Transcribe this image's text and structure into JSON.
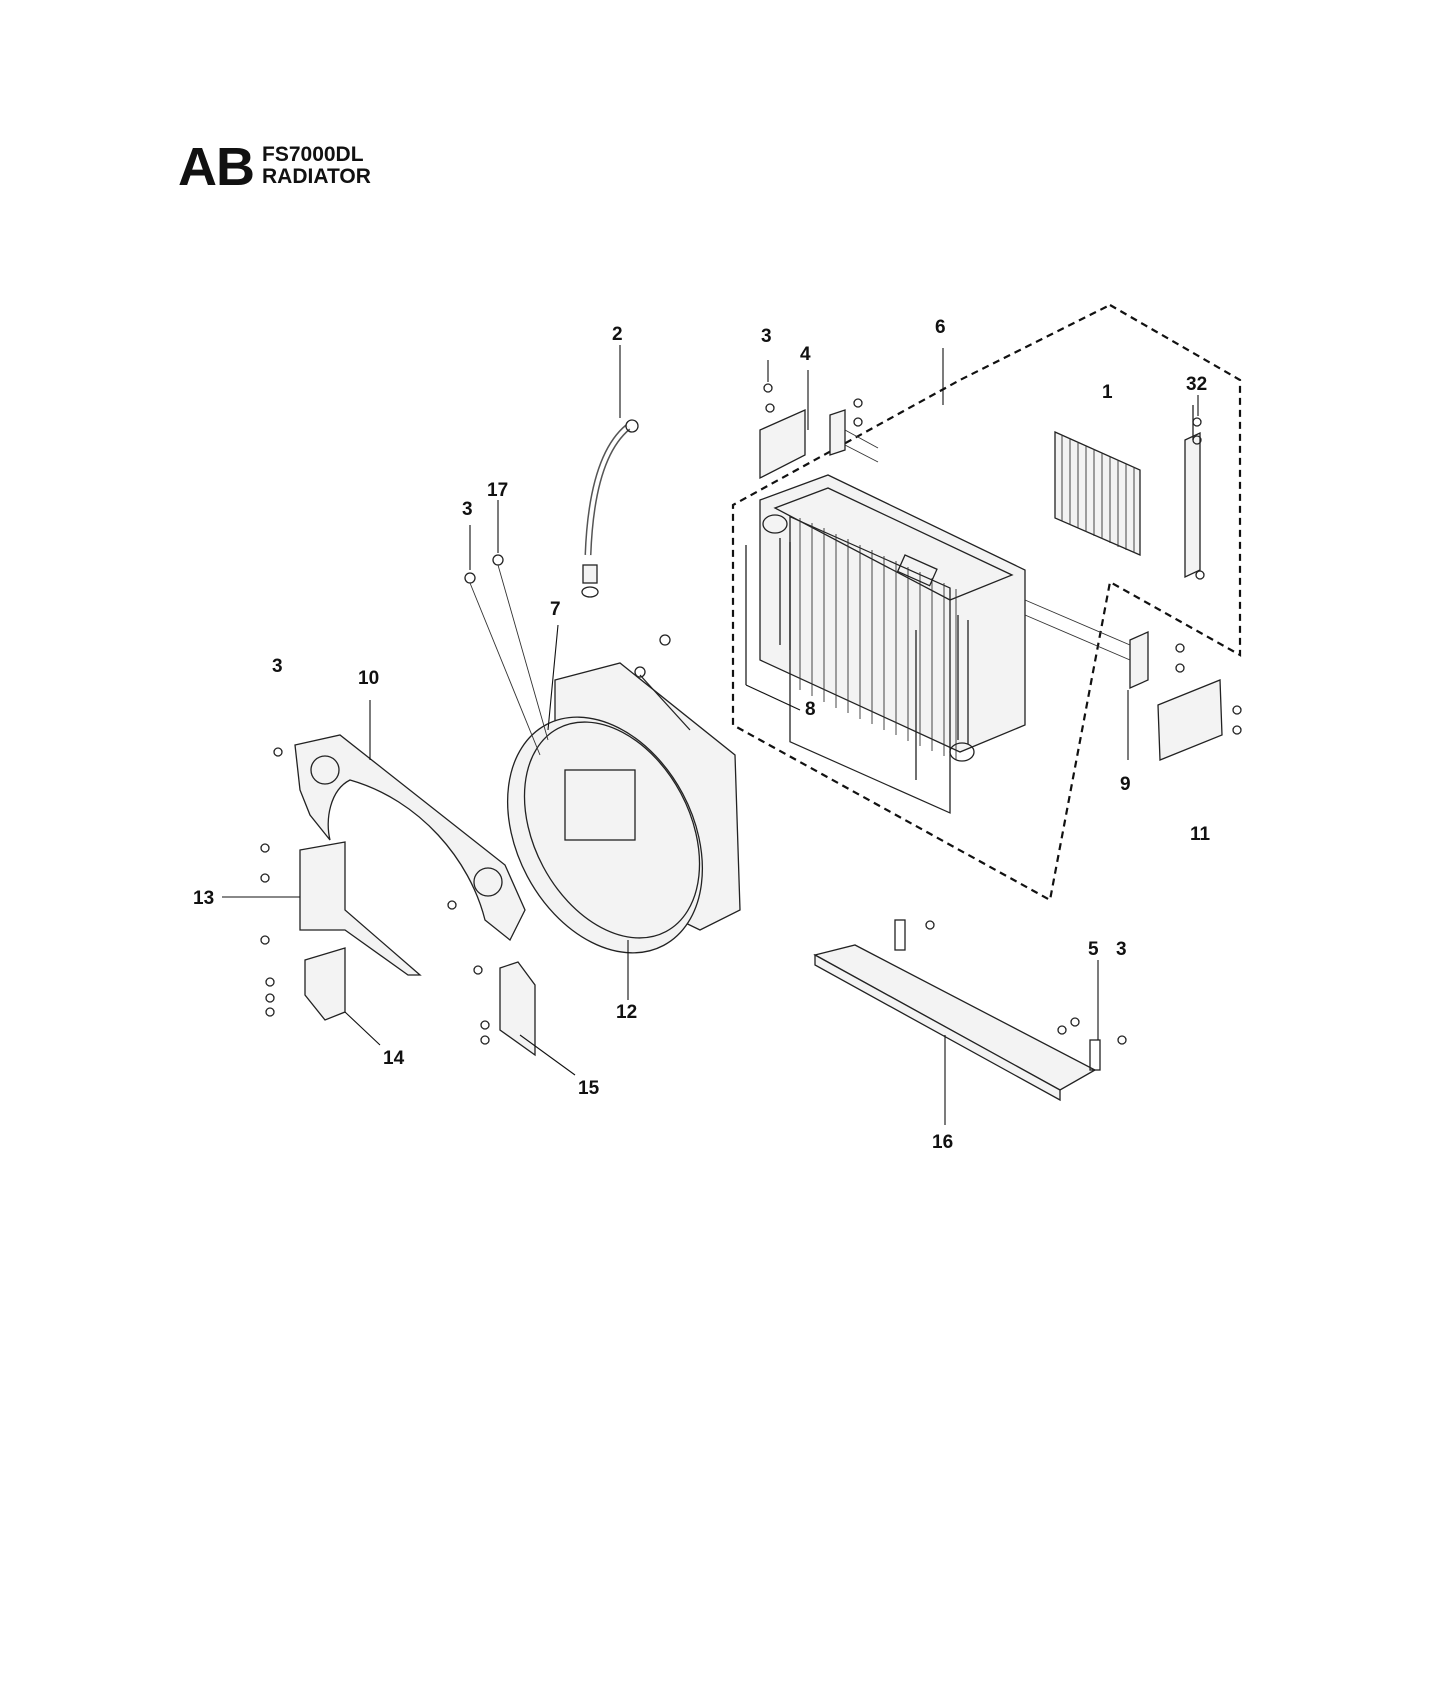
{
  "header": {
    "code": "AB",
    "model": "FS7000DL",
    "section": "RADIATOR"
  },
  "callouts": {
    "c1": "1",
    "c2": "2",
    "c3a": "3",
    "c3b": "3",
    "c3c": "3",
    "c3d": "3",
    "c4": "4",
    "c5": "5",
    "c6": "6",
    "c7": "7",
    "c8": "8",
    "c9": "9",
    "c10": "10",
    "c11": "11",
    "c12": "12",
    "c13": "13",
    "c14": "14",
    "c15": "15",
    "c16": "16",
    "c17": "17",
    "c32": "32"
  }
}
